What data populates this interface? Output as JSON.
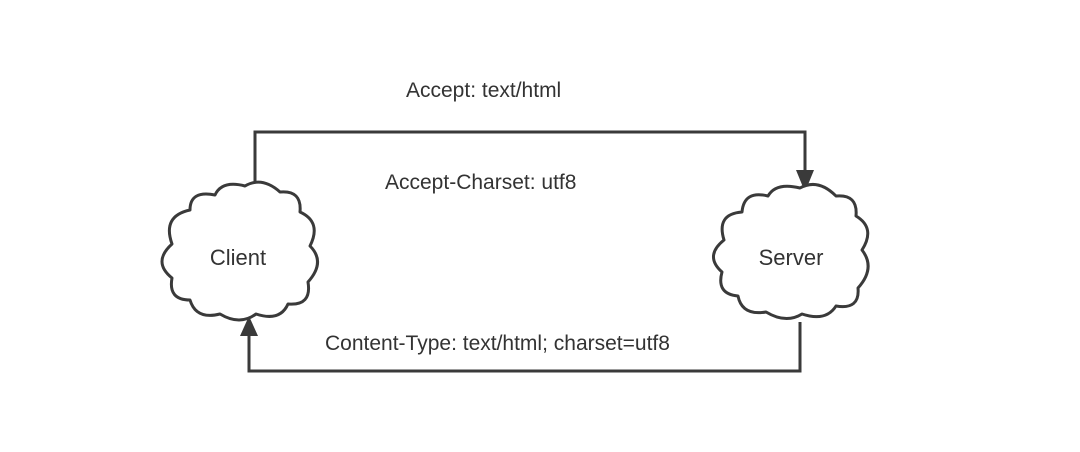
{
  "nodes": {
    "client": {
      "label": "Client"
    },
    "server": {
      "label": "Server"
    }
  },
  "messages": {
    "request_header_1": "Accept: text/html",
    "request_header_2": "Accept-Charset: utf8",
    "response_header": "Content-Type: text/html; charset=utf8"
  },
  "colors": {
    "stroke": "#3a3a3a",
    "text": "#333333",
    "background": "#ffffff"
  }
}
